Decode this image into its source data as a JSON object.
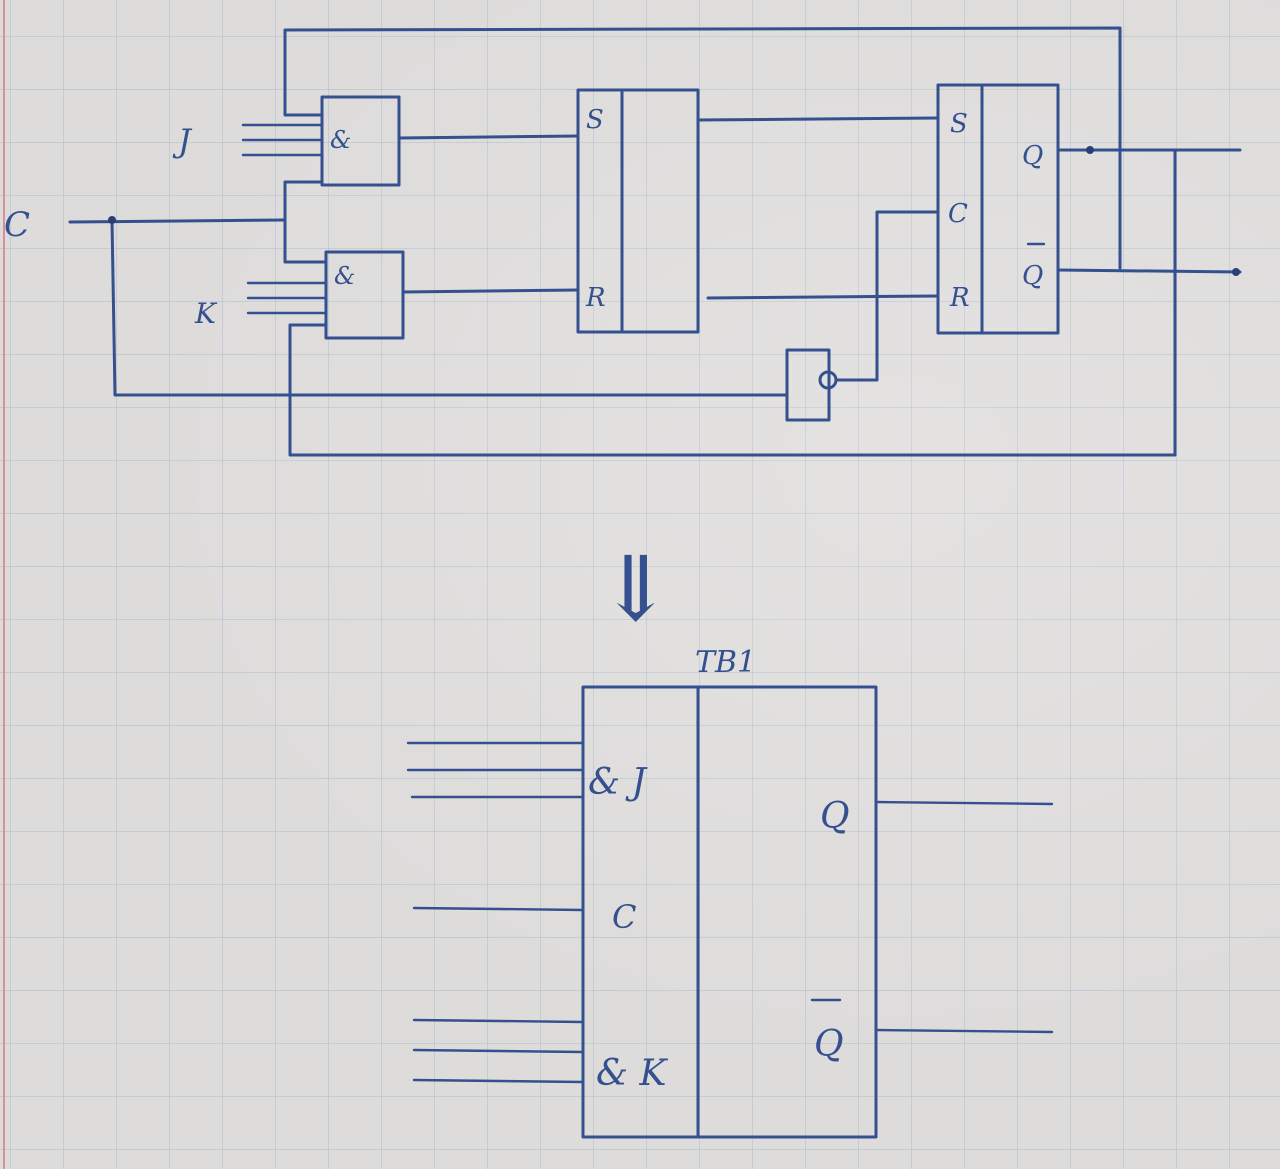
{
  "top_schematic": {
    "input_j": "J",
    "input_c": "C",
    "input_k": "K",
    "and_gate_symbol": "&",
    "master_s": "S",
    "master_r": "R",
    "slave_s": "S",
    "slave_c": "C",
    "slave_r": "R",
    "out_q": "Q",
    "out_q_bar": "Q"
  },
  "arrow": {
    "glyph": "⇓"
  },
  "bottom_symbol": {
    "title": "TB1",
    "j_label": "& J",
    "c_label": "C",
    "k_label": "& K",
    "q_label": "Q",
    "q_bar_label": "Q"
  },
  "colors": {
    "ink": "#34508f",
    "paper": "#dedcdb",
    "grid": "#8aa0be",
    "margin": "#d67882"
  }
}
